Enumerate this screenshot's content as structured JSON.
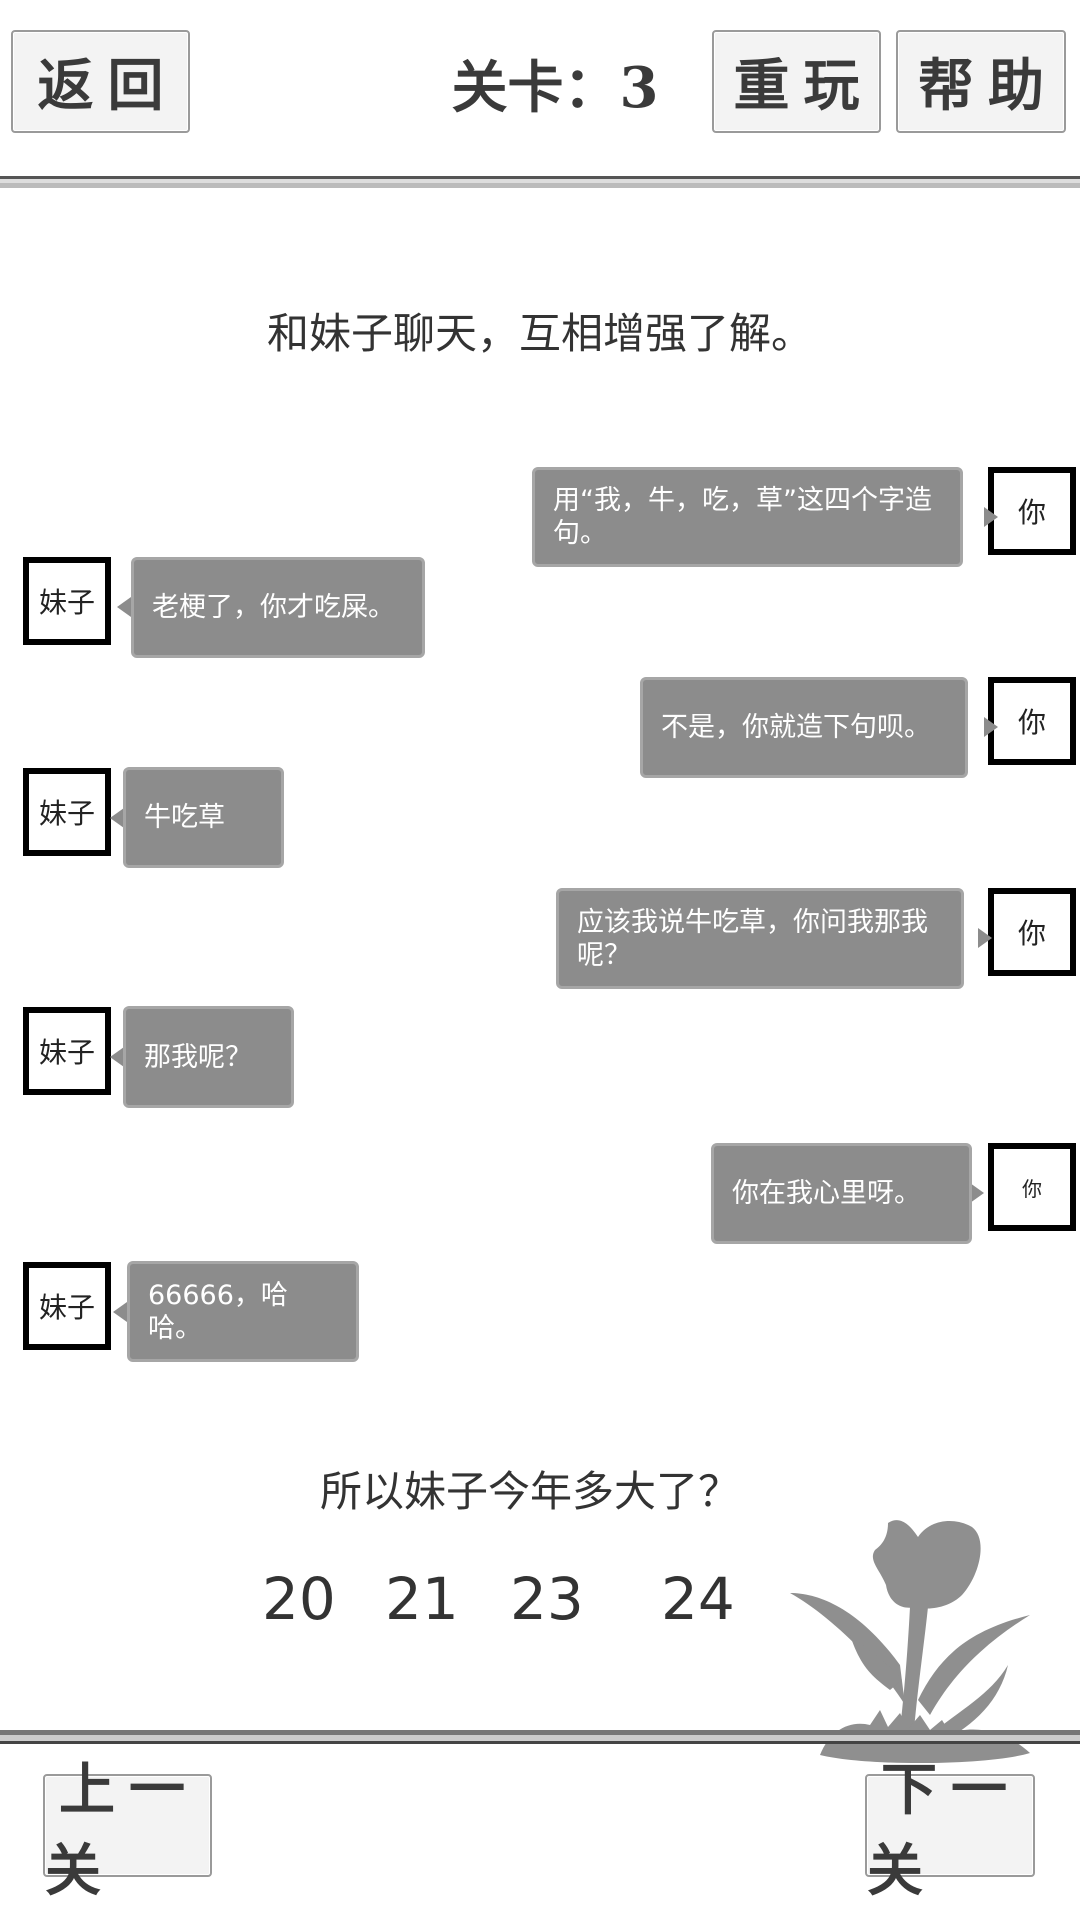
{
  "header": {
    "back_label": "返回",
    "level_label": "关卡：3",
    "replay_label": "重玩",
    "help_label": "帮助"
  },
  "intro": "和妹子聊天，互相增强了解。",
  "chat": [
    {
      "speaker": "你",
      "text": "用“我，牛，吃，草”这四个字造句。"
    },
    {
      "speaker": "妹子",
      "text": "老梗了，你才吃屎。"
    },
    {
      "speaker": "你",
      "text": "不是，你就造下句呗。"
    },
    {
      "speaker": "妹子",
      "text": "牛吃草"
    },
    {
      "speaker": "你",
      "text": "应该我说牛吃草，你问我那我呢？"
    },
    {
      "speaker": "妹子",
      "text": "那我呢？"
    },
    {
      "speaker": "你",
      "text": "你在我心里呀。"
    },
    {
      "speaker": "妹子",
      "text": "66666，哈哈。"
    }
  ],
  "question": "所以妹子今年多大了？",
  "answers": [
    "20",
    "21",
    "23",
    "24"
  ],
  "footer": {
    "prev_label": "上一关",
    "next_label": "下一关"
  },
  "colors": {
    "bubble": "#8c8c8c",
    "avatar_border": "#000000",
    "button_bg": "#f3f3f3"
  }
}
